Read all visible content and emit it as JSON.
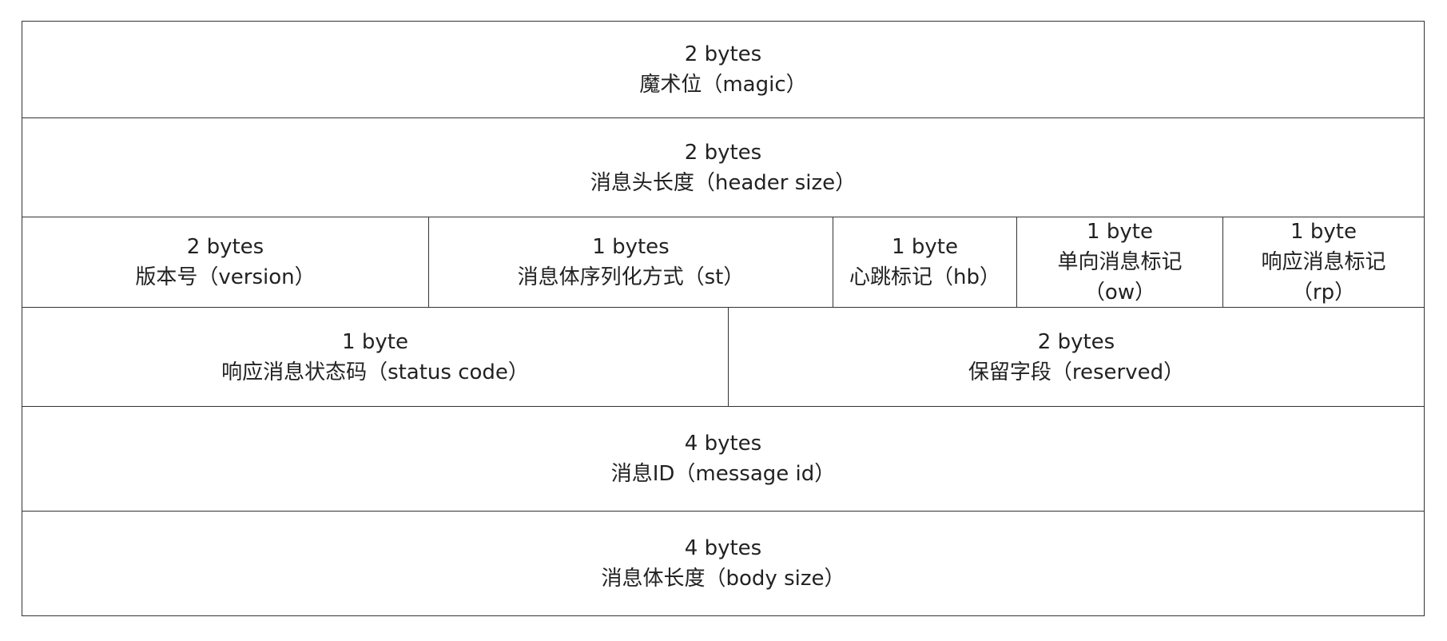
{
  "rows": [
    {
      "cells": [
        {
          "size": "2 bytes",
          "name": "魔术位（magic）"
        }
      ]
    },
    {
      "cells": [
        {
          "size": "2 bytes",
          "name": "消息头长度（header size）"
        }
      ]
    },
    {
      "cells": [
        {
          "size": "2 bytes",
          "name": "版本号（version）"
        },
        {
          "size": "1 bytes",
          "name": "消息体序列化方式（st）"
        },
        {
          "size": "1 byte",
          "name": "心跳标记（hb）"
        },
        {
          "size": "1 byte",
          "name": "单向消息标记",
          "name2": "（ow）"
        },
        {
          "size": "1 byte",
          "name": "响应消息标记",
          "name2": "（rp）"
        }
      ]
    },
    {
      "cells": [
        {
          "size": "1 byte",
          "name": "响应消息状态码（status code）"
        },
        {
          "size": "2 bytes",
          "name": "保留字段（reserved）"
        }
      ]
    },
    {
      "cells": [
        {
          "size": "4 bytes",
          "name": "消息ID（message id）"
        }
      ]
    },
    {
      "cells": [
        {
          "size": "4 bytes",
          "name": "消息体长度（body size）"
        }
      ]
    }
  ]
}
